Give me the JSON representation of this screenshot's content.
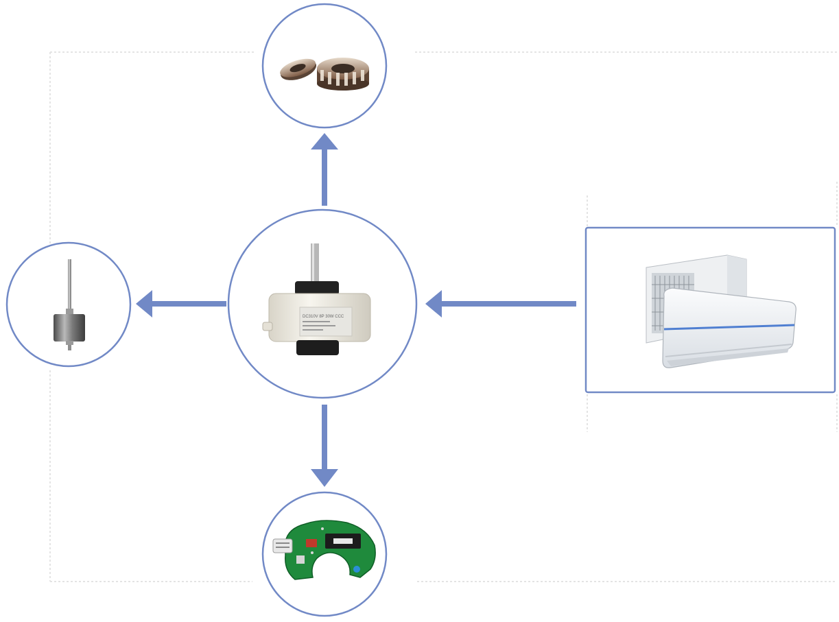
{
  "colors": {
    "accent": "#7189c6",
    "frame": "#e4e4e4",
    "pcb_green": "#1f8a3c",
    "motor_body": "#f0ede4",
    "metal": "#6f6f6f"
  },
  "nodes": [
    {
      "id": "center",
      "icon": "fan-motor-icon"
    },
    {
      "id": "top",
      "icon": "stator-core-icon"
    },
    {
      "id": "left",
      "icon": "rotor-shaft-icon"
    },
    {
      "id": "bottom",
      "icon": "circuit-board-icon"
    },
    {
      "id": "right",
      "icon": "air-conditioner-icon"
    }
  ],
  "motor_label_text": "DC310V 8P 30W  CCC",
  "ac_text": ""
}
